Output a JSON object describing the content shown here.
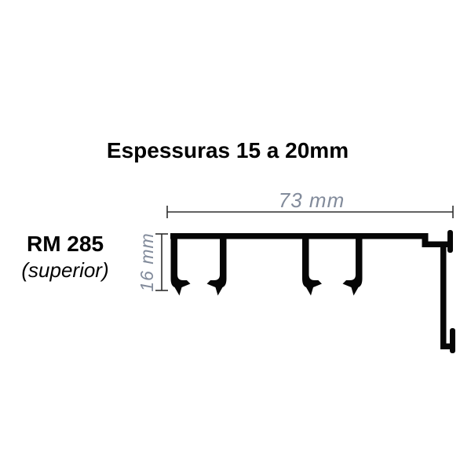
{
  "title": "Espessuras 15 a 20mm",
  "product": {
    "code": "RM 285",
    "variant": "(superior)"
  },
  "drawing": {
    "type": "aluminum-profile-cross-section",
    "width_dimension": "73 mm",
    "height_dimension": "16 mm"
  },
  "colors": {
    "background": "#ffffff",
    "ink": "#000000",
    "profile_fill": "#060606",
    "dimension_text": "#828b9b",
    "dimension_line": "#2e2e2e"
  }
}
